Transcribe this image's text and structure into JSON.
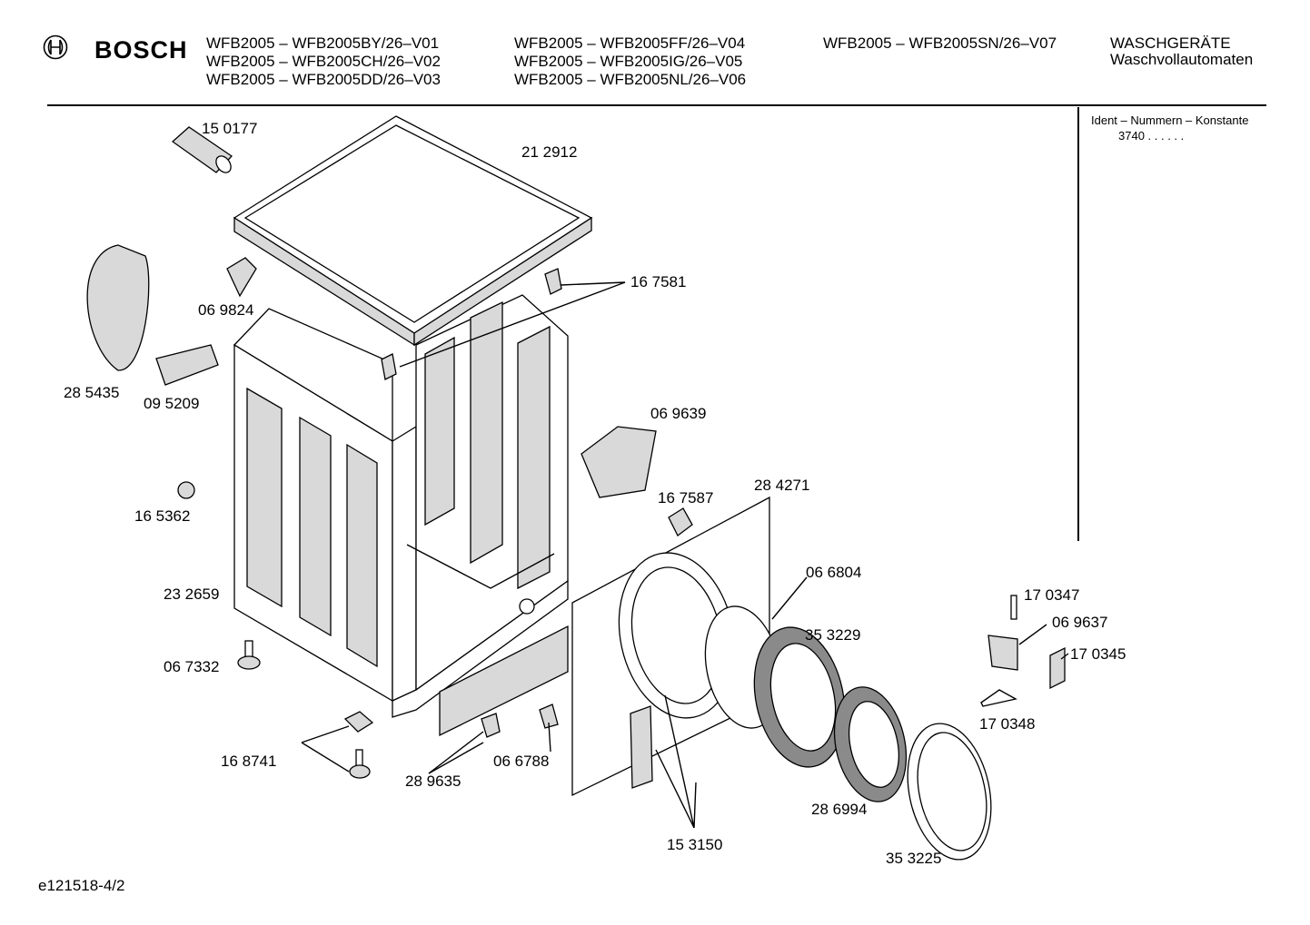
{
  "header": {
    "brand": "BOSCH",
    "models_col1": [
      "WFB2005 – WFB2005BY/26–V01",
      "WFB2005 – WFB2005CH/26–V02",
      "WFB2005 – WFB2005DD/26–V03"
    ],
    "models_col2": [
      "WFB2005 – WFB2005FF/26–V04",
      "WFB2005 – WFB2005IG/26–V05",
      "WFB2005 – WFB2005NL/26–V06"
    ],
    "models_col3": [
      "WFB2005 – WFB2005SN/26–V07"
    ],
    "category": "WASCHGERÄTE",
    "subcategory": "Waschvollautomaten"
  },
  "ident": {
    "label": "Ident – Nummern – Konstante",
    "value": "3740  .  .    .  .  .  ."
  },
  "parts": [
    "15 0177",
    "21 2912",
    "06 9824",
    "16 7581",
    "28 5435",
    "09 5209",
    "06 9639",
    "16 5362",
    "16 7587",
    "28 4271",
    "23 2659",
    "06 6804",
    "17 0347",
    "06 9637",
    "35 3229",
    "17 0345",
    "06 7332",
    "17 0348",
    "16 8741",
    "28 9635",
    "06 6788",
    "28 6994",
    "15 3150",
    "35 3225"
  ],
  "footer": {
    "drawing_id": "e121518-4/2"
  }
}
